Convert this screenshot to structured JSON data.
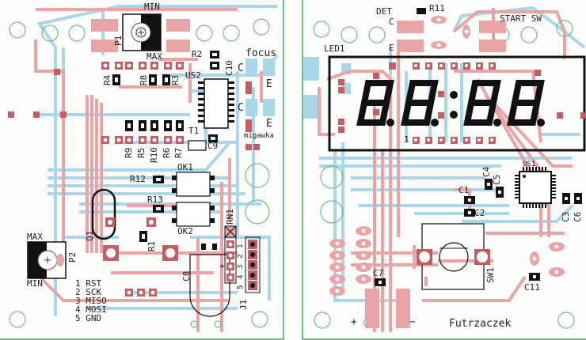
{
  "colors": {
    "top_copper": "#e8a5a3",
    "bottom_copper": "#a9d6e8",
    "outline": "#6fbf86",
    "silkscreen": "#111111",
    "pad_hole": "#ffffff"
  },
  "left_board": {
    "labels": {
      "p1": "P1",
      "p1_min": "MIN",
      "p1_max": "MAX",
      "r2": "R2",
      "r4": "R4",
      "r8": "R8",
      "r3": "R3",
      "us2": "US2",
      "c10": "C10",
      "focus": "focus",
      "c_top": "C",
      "e_top": "E",
      "c_bottom": "C",
      "e_bottom": "E",
      "migawka": "migawka",
      "t1": "T1",
      "c9": "C9",
      "r9": "R9",
      "r5": "R5",
      "r10": "R10",
      "r6": "R6",
      "r7": "R7",
      "ok1": "OK1",
      "ok2": "OK2",
      "r12": "R12",
      "r13": "R13",
      "rn1": "RN1",
      "q1": "Q1",
      "r1": "R1",
      "p2": "P2",
      "p2_max": "MAX",
      "p2_min": "MIN",
      "c8": "C8",
      "c8_pol": "+",
      "j1": "J1"
    },
    "j1_pins": [
      "1",
      "2",
      "3",
      "4",
      "5"
    ],
    "isp_legend": [
      {
        "num": "1",
        "name": "RST"
      },
      {
        "num": "2",
        "name": "SCK"
      },
      {
        "num": "3",
        "name": "MISO"
      },
      {
        "num": "4",
        "name": "MOSI"
      },
      {
        "num": "5",
        "name": "GND"
      }
    ]
  },
  "right_board": {
    "labels": {
      "det": "DET",
      "r11": "R11",
      "c": "C",
      "e": "E",
      "start_sw": "START SW",
      "led1": "LED1",
      "pin1": "1",
      "us1": "US1",
      "c4": "C4",
      "c5": "C5",
      "c1": "C1",
      "c2": "C2",
      "c3": "C3",
      "c6": "C6",
      "c7": "C7",
      "c11": "C11",
      "sw1": "SW1",
      "plus": "+",
      "minus": "−",
      "author": "Futrzaczek"
    },
    "display_digits": [
      "8.",
      "8.",
      ":",
      "8.",
      "8."
    ]
  }
}
